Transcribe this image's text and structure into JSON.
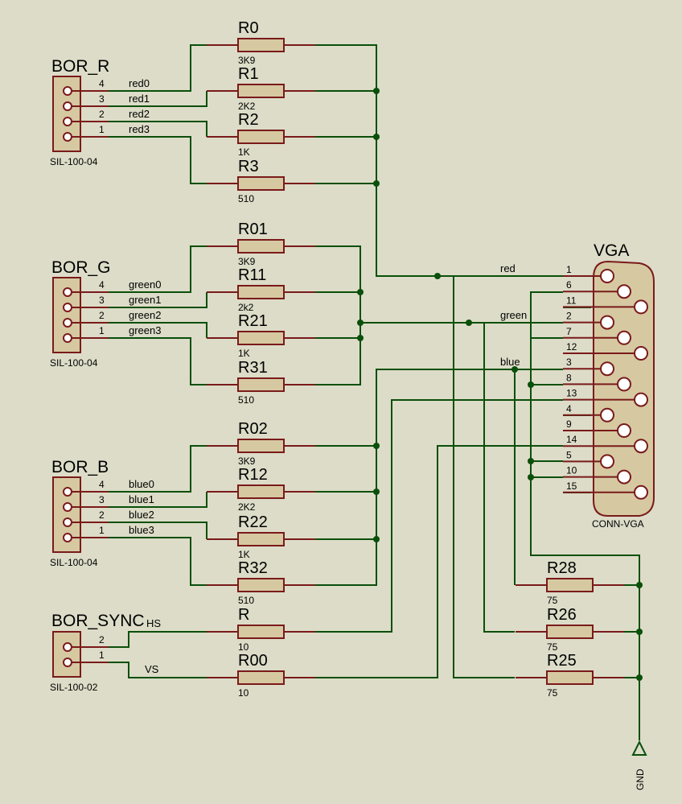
{
  "colors": {
    "background": "#dcdcc8",
    "wire": "#0a4f0a",
    "part": "#7a1a1a",
    "fill": "#d6c9a2",
    "text": "#000000"
  },
  "connectors": [
    {
      "id": "bor_r",
      "title": "BOR_R",
      "footprint": "SIL-100-04",
      "pins": [
        "4",
        "3",
        "2",
        "1"
      ],
      "nets": [
        "red0",
        "red1",
        "red2",
        "red3"
      ]
    },
    {
      "id": "bor_g",
      "title": "BOR_G",
      "footprint": "SIL-100-04",
      "pins": [
        "4",
        "3",
        "2",
        "1"
      ],
      "nets": [
        "green0",
        "green1",
        "green2",
        "green3"
      ]
    },
    {
      "id": "bor_b",
      "title": "BOR_B",
      "footprint": "SIL-100-04",
      "pins": [
        "4",
        "3",
        "2",
        "1"
      ],
      "nets": [
        "blue0",
        "blue1",
        "blue2",
        "blue3"
      ]
    },
    {
      "id": "bor_sync",
      "title": "BOR_SYNC",
      "footprint": "SIL-100-02",
      "pins": [
        "2",
        "1"
      ],
      "nets": [
        "HS",
        "VS"
      ]
    }
  ],
  "resistors": [
    {
      "ref": "R0",
      "value": "3K9"
    },
    {
      "ref": "R1",
      "value": "2K2"
    },
    {
      "ref": "R2",
      "value": "1K"
    },
    {
      "ref": "R3",
      "value": "510"
    },
    {
      "ref": "R01",
      "value": "3K9"
    },
    {
      "ref": "R11",
      "value": "2k2"
    },
    {
      "ref": "R21",
      "value": "1K"
    },
    {
      "ref": "R31",
      "value": "510"
    },
    {
      "ref": "R02",
      "value": "3K9"
    },
    {
      "ref": "R12",
      "value": "2K2"
    },
    {
      "ref": "R22",
      "value": "1K"
    },
    {
      "ref": "R32",
      "value": "510"
    },
    {
      "ref": "R",
      "value": "10"
    },
    {
      "ref": "R00",
      "value": "10"
    },
    {
      "ref": "R28",
      "value": "75"
    },
    {
      "ref": "R26",
      "value": "75"
    },
    {
      "ref": "R25",
      "value": "75"
    }
  ],
  "vga": {
    "title": "VGA",
    "footprint": "CONN-VGA",
    "pins": [
      "1",
      "6",
      "11",
      "2",
      "7",
      "12",
      "3",
      "8",
      "13",
      "4",
      "9",
      "14",
      "5",
      "10",
      "15"
    ]
  },
  "net_labels": {
    "red": "red",
    "green": "green",
    "blue": "blue"
  },
  "ground": {
    "label": "GND"
  }
}
